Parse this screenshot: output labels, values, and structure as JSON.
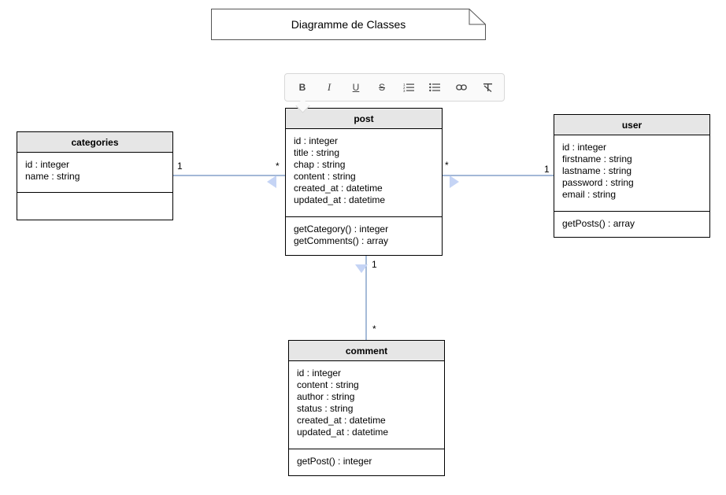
{
  "note": {
    "title": "Diagramme de Classes"
  },
  "toolbar": {
    "buttons": [
      {
        "name": "bold-button",
        "icon": "bold-icon",
        "glyph": "B"
      },
      {
        "name": "italic-button",
        "icon": "italic-icon",
        "glyph": "I"
      },
      {
        "name": "underline-button",
        "icon": "underline-icon",
        "glyph": "U"
      },
      {
        "name": "strikethrough-button",
        "icon": "strikethrough-icon",
        "glyph": "S"
      },
      {
        "name": "numbered-list-button",
        "icon": "numbered-list-icon",
        "glyph": ""
      },
      {
        "name": "bullet-list-button",
        "icon": "bullet-list-icon",
        "glyph": ""
      },
      {
        "name": "link-button",
        "icon": "link-icon",
        "glyph": ""
      },
      {
        "name": "clear-format-button",
        "icon": "clear-format-icon",
        "glyph": ""
      }
    ]
  },
  "classes": {
    "categories": {
      "name": "categories",
      "attributes": [
        "id : integer",
        "name : string"
      ],
      "methods": []
    },
    "post": {
      "name": "post",
      "attributes": [
        "id : integer",
        "title : string",
        "chap : string",
        "content : string",
        "created_at : datetime",
        "updated_at : datetime"
      ],
      "methods": [
        "getCategory() : integer",
        "getComments() : array"
      ]
    },
    "user": {
      "name": "user",
      "attributes": [
        "id : integer",
        "firstname : string",
        "lastname : string",
        "password : string",
        "email : string"
      ],
      "methods": [
        "getPosts() : array"
      ]
    },
    "comment": {
      "name": "comment",
      "attributes": [
        "id : integer",
        "content : string",
        "author : string",
        "status : string",
        "created_at : datetime",
        "updated_at : datetime"
      ],
      "methods": [
        "getPost() : integer"
      ]
    }
  },
  "associations": [
    {
      "from": "categories",
      "to": "post",
      "from_mult": "1",
      "to_mult": "*"
    },
    {
      "from": "user",
      "to": "post",
      "from_mult": "1",
      "to_mult": "*"
    },
    {
      "from": "post",
      "to": "comment",
      "from_mult": "1",
      "to_mult": "*"
    }
  ],
  "colors": {
    "header": "#e6e6e6",
    "arrow": "#c5d4f5",
    "line": "#6c8ebf"
  }
}
